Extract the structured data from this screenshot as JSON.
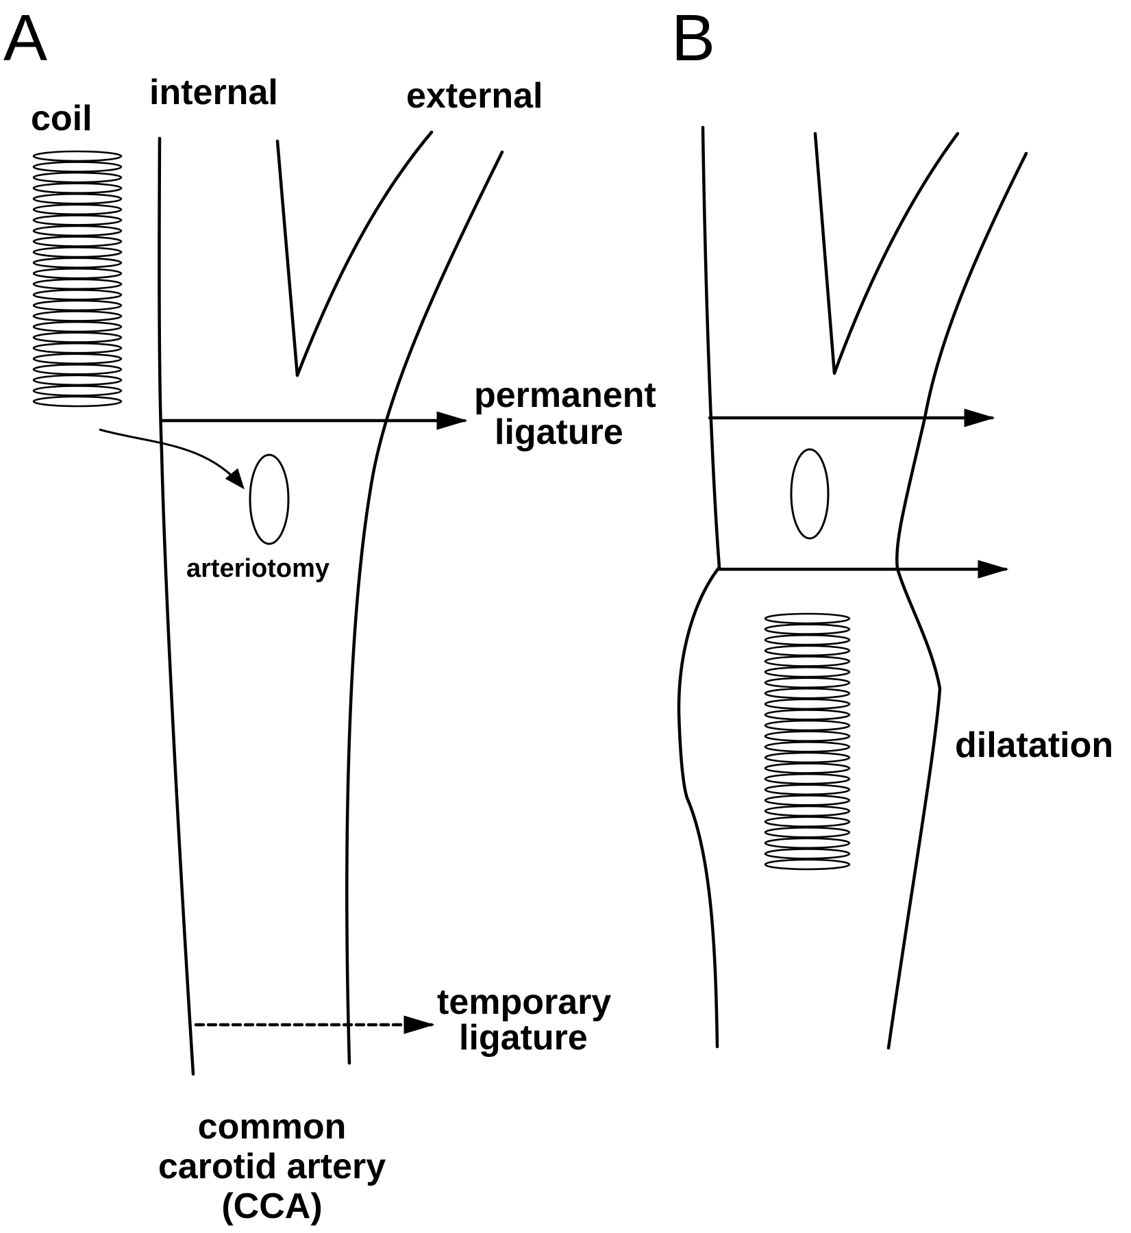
{
  "panels": {
    "a": {
      "letter": "A",
      "labels": {
        "coil": "coil",
        "internal": "internal",
        "external": "external",
        "permanent_1": "permanent",
        "permanent_2": "ligature",
        "arteriotomy": "arteriotomy",
        "temporary_1": "temporary",
        "temporary_2": "ligature",
        "cca_1": "common",
        "cca_2": "carotid artery",
        "cca_3": "(CCA)"
      }
    },
    "b": {
      "letter": "B",
      "labels": {
        "dilatation": "dilatation"
      }
    }
  },
  "colors": {
    "ink": "#000000",
    "background": "#ffffff"
  }
}
